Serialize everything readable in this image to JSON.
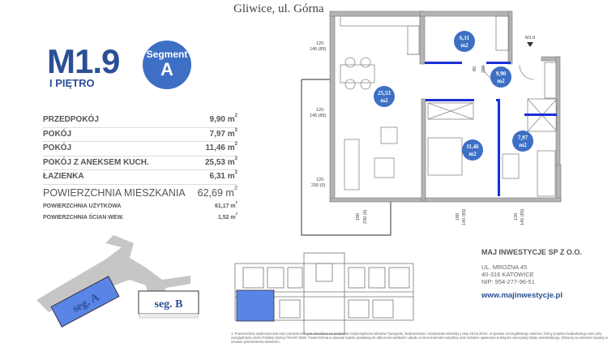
{
  "header": {
    "location": "Gliwice, ul. Górna"
  },
  "unit": {
    "code": "M1.9",
    "floor": "I PIĘTRO",
    "segment_label": "Segment",
    "segment_letter": "A"
  },
  "rooms": [
    {
      "name": "PRZEDPOKÓJ",
      "area": "9,90 m",
      "unit_sup": "2"
    },
    {
      "name": "POKÓJ",
      "area": "7,97 m",
      "unit_sup": "2"
    },
    {
      "name": "POKÓJ",
      "area": "11,46 m",
      "unit_sup": "2"
    },
    {
      "name": "POKÓJ Z ANEKSEM KUCH.",
      "area": "25,53 m",
      "unit_sup": "2"
    },
    {
      "name": "ŁAZIENKA",
      "area": "6,31 m",
      "unit_sup": "2"
    }
  ],
  "totals": {
    "main": {
      "name": "POWIERZCHNIA MIESZKANIA",
      "area": "62,69 m",
      "unit_sup": "2"
    },
    "usable": {
      "name": "POWIERZCHNIA UŻYTKOWA",
      "area": "61,17 m",
      "unit_sup": "2"
    },
    "walls": {
      "name": "POWIERZCHNIA ŚCIAN WEW.",
      "area": "1,52 m",
      "unit_sup": "2"
    }
  },
  "plan": {
    "entrance_label": "M1.9",
    "bubbles": [
      {
        "area": "25,53",
        "unit": "m2"
      },
      {
        "area": "6,31",
        "unit": "m2"
      },
      {
        "area": "9,90",
        "unit": "m2"
      },
      {
        "area": "11,46",
        "unit": "m2"
      },
      {
        "area": "7,97",
        "unit": "m2"
      }
    ],
    "dims": [
      "120",
      "145 (85)",
      "120",
      "145 (85)",
      "120",
      "230 (0)",
      "180",
      "230 (0)",
      "180",
      "145 (85)",
      "120",
      "145 (85)",
      "80",
      "200"
    ]
  },
  "site": {
    "seg_a": "seg. A",
    "seg_b": "seg. B"
  },
  "company": {
    "name": "MAJ INWESTYCJE SP Z O.O.",
    "street": "UL. MROŻNA 45",
    "city": "40-316 KATOWICE",
    "nip": "NIP: 954-277-96-51",
    "website": "www.majinwestycje.pl"
  },
  "footnote": "1. Powierzchnia użytkowa lokal oraz pomieszczeń jest określona na podstawie rozporządzenia Ministra Transportu, Budownictwa i Gospodarki Morskiej z dnia 25.04.2012r. w sprawie szczegółowego zakresu i formy projektu budowlanego oraz przy uwzględnieniu treści Polskiej Normy PN-ISO 9836. Powierzchnia ta stanowi będzie podstawą do obliczenia wielkości udziału w nieruchomości wspólnej oraz zostanie ujawniona w księdze wieczystej lokalu mieszkalnego, złożonej na wniosek zawarty w umowie przeniesienia własności.",
  "colors": {
    "brand_blue": "#2a4f96",
    "bubble_blue": "#3d6fc4",
    "wall_gray": "#b4b4b4",
    "highlight_blue": "#1a2fd6"
  }
}
